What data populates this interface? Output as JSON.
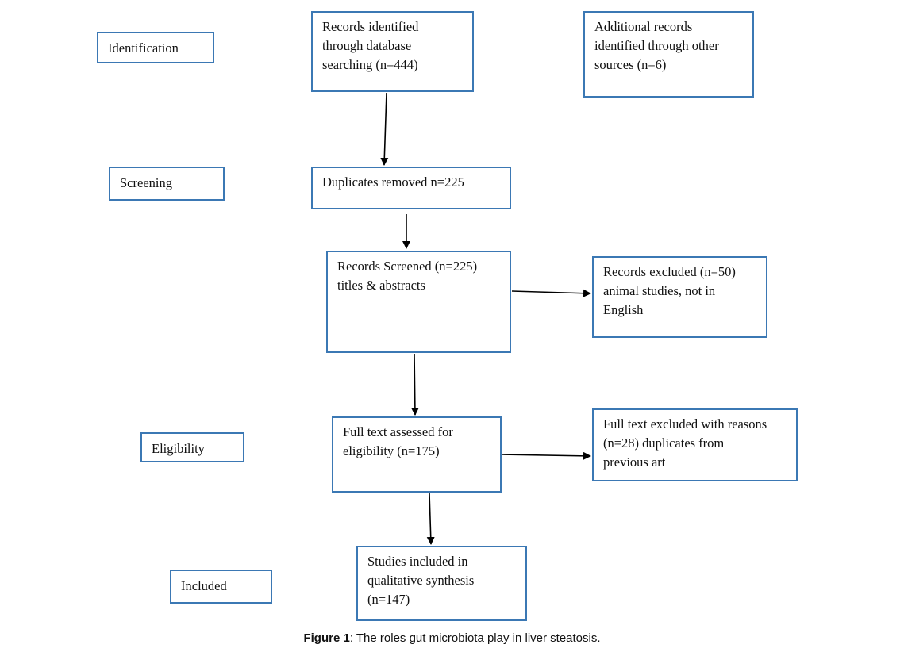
{
  "stages": {
    "identification": "Identification",
    "screening": "Screening",
    "eligibility": "Eligibility",
    "included": "Included"
  },
  "boxes": {
    "db_records": "Records identified\nthrough database\nsearching (n=444)",
    "other_records": "Additional records\nidentified through other\nsources (n=6)",
    "duplicates": "Duplicates removed n=225",
    "screened": "Records Screened (n=225)\ntitles & abstracts",
    "excluded": "Records excluded (n=50)\nanimal studies, not in\nEnglish",
    "fulltext": "Full text assessed for\neligibility (n=175)",
    "fulltext_excluded": "Full text excluded with reasons\n(n=28) duplicates from\nprevious art",
    "included": "Studies included in\nqualitative synthesis\n(n=147)"
  },
  "caption": {
    "label": "Figure 1",
    "text": ": The roles gut microbiota play in liver steatosis."
  },
  "colors": {
    "box_border": "#3b78b4",
    "arrow": "#000000"
  }
}
